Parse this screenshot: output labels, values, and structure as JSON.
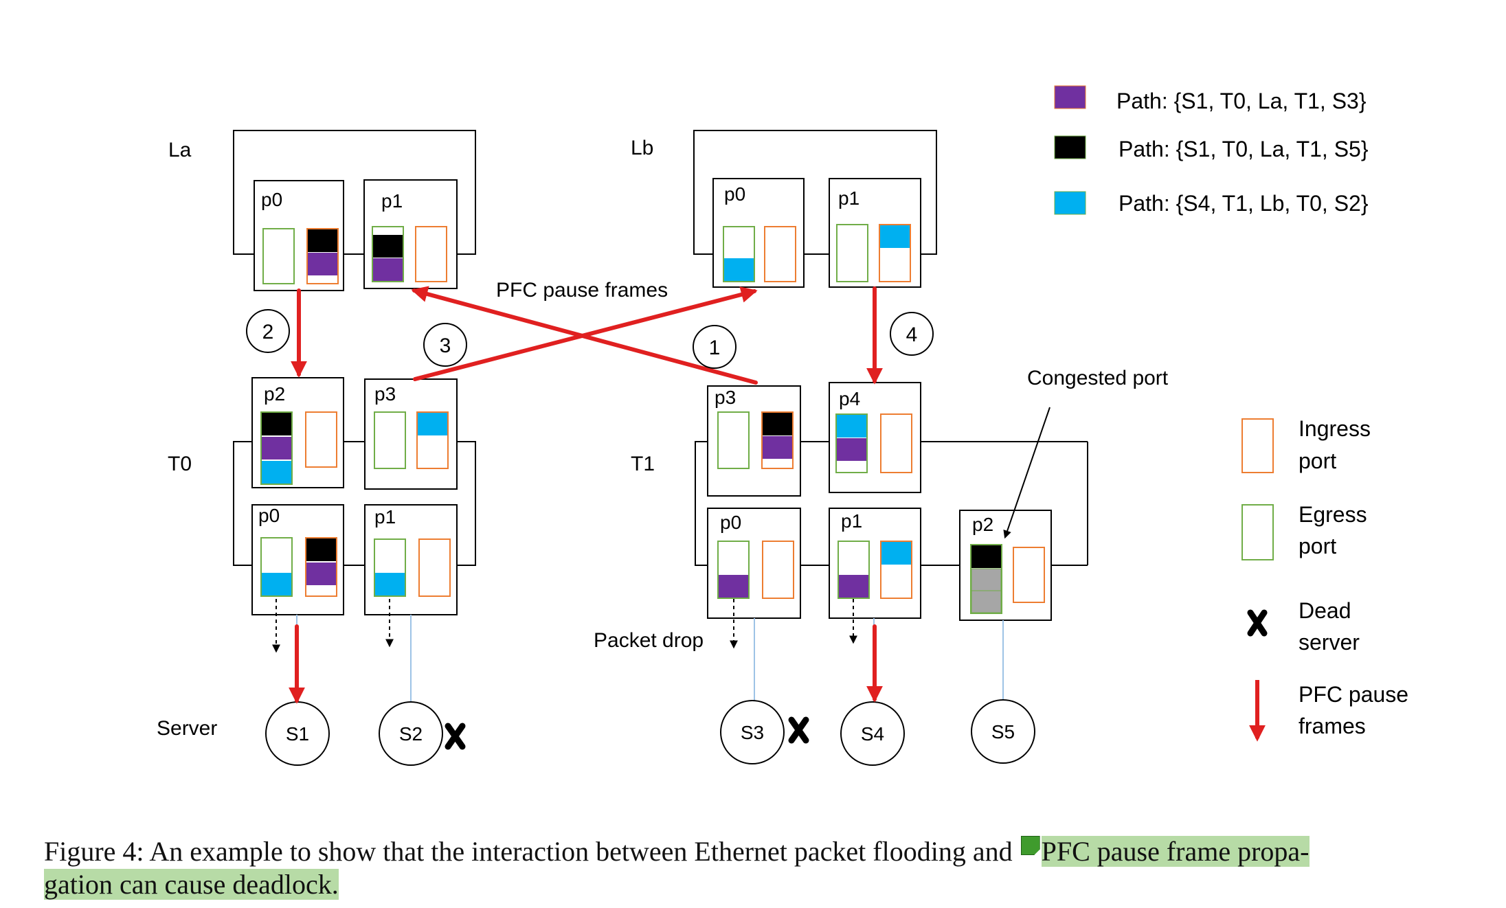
{
  "figure": {
    "switches": [
      {
        "id": "la",
        "label": "La"
      },
      {
        "id": "lb",
        "label": "Lb"
      },
      {
        "id": "t0",
        "label": "T0"
      },
      {
        "id": "t1",
        "label": "T1"
      }
    ],
    "server_row_label": "Server",
    "ports": {
      "la_p0": "p0",
      "la_p1": "p1",
      "lb_p0": "p0",
      "lb_p1": "p1",
      "t0_p2": "p2",
      "t0_p3": "p3",
      "t0_p0": "p0",
      "t0_p1": "p1",
      "t1_p3": "p3",
      "t1_p4": "p4",
      "t1_p0": "p0",
      "t1_p1": "p1",
      "t1_p2": "p2"
    },
    "servers": [
      "S1",
      "S2",
      "S3",
      "S4",
      "S5"
    ],
    "dead_servers": [
      "S2",
      "S3"
    ],
    "step_numbers": [
      "1",
      "2",
      "3",
      "4"
    ],
    "annotations": {
      "pfc_pause_frames": "PFC pause frames",
      "congested_port": "Congested port",
      "packet_drop": "Packet drop"
    },
    "colors": {
      "path_purple": "#7030a0",
      "path_black": "#000000",
      "path_cyan": "#00b0f0",
      "queue_gray": "#a6a6a6",
      "ingress_border": "#ed7d31",
      "egress_border": "#70ad47",
      "pause_red": "#e02020",
      "link_blue": "#9dc3e6"
    }
  },
  "legend": {
    "paths": [
      {
        "color": "#7030a0",
        "label": "Path: {S1, T0, La, T1, S3}"
      },
      {
        "color": "#000000",
        "label": "Path: {S1, T0, La, T1, S5}"
      },
      {
        "color": "#00b0f0",
        "label": "Path: {S4, T1, Lb, T0, S2}"
      }
    ],
    "ingress_line1": "Ingress",
    "ingress_line2": "port",
    "egress_line1": "Egress",
    "egress_line2": "port",
    "dead_line1": "Dead",
    "dead_line2": "server",
    "pfc_line1": "PFC pause",
    "pfc_line2": "frames"
  },
  "caption": {
    "prefix": "Figure 4: An example to show that the interaction between Ethernet packet flooding and ",
    "highlight_line1": "PFC pause frame propa-",
    "highlight_line2": "gation can cause deadlock."
  }
}
